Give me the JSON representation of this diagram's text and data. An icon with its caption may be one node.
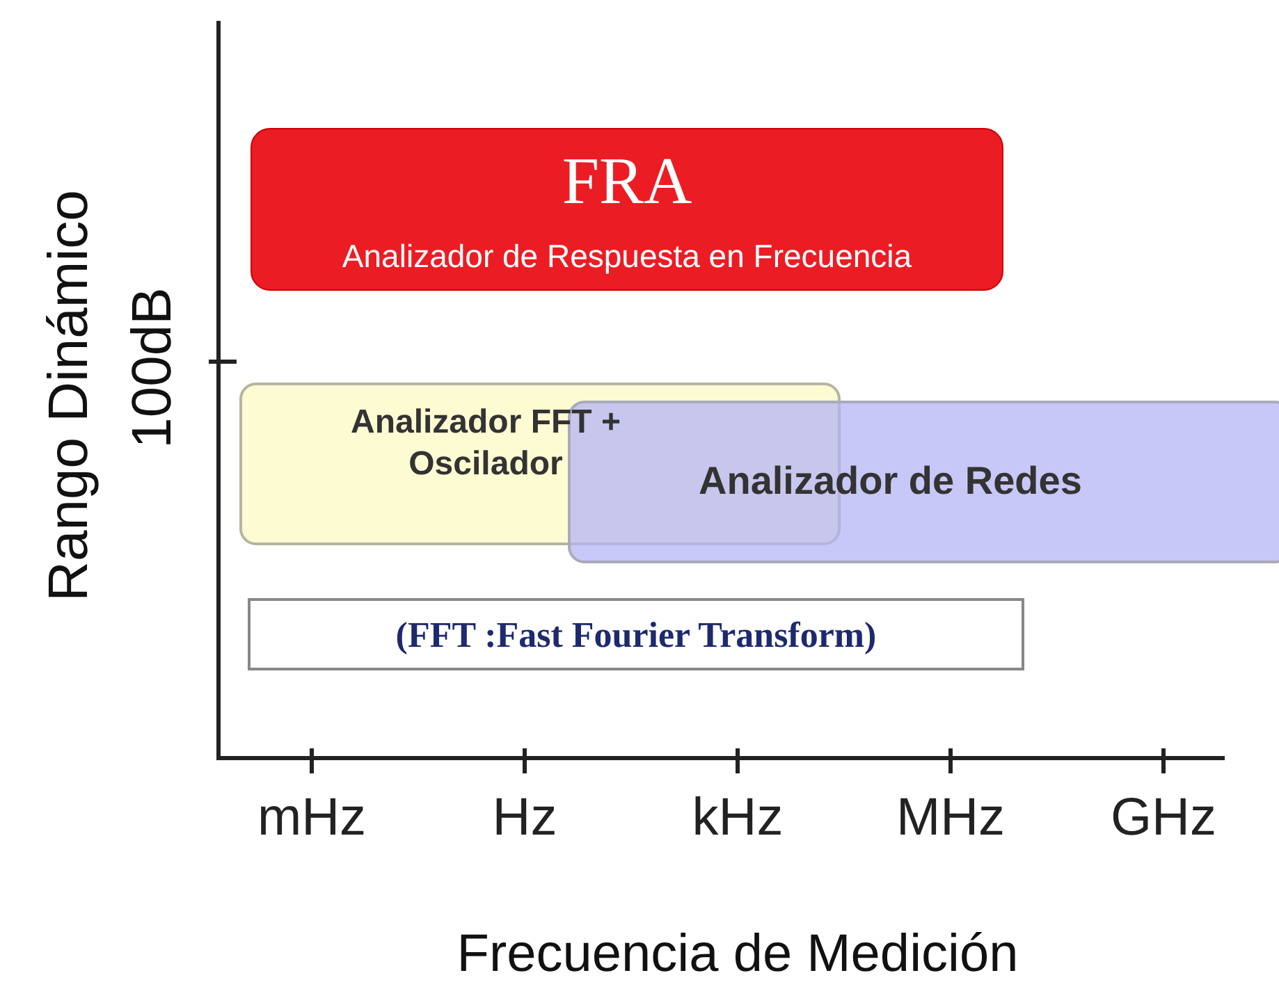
{
  "diagram": {
    "nodes": [
      {
        "text": [
          "FRA",
          "Analizador de Respuesta en Frecuencia"
        ]
      },
      {
        "text": [
          "Analizador FFT + Oscilador"
        ]
      },
      {
        "text": [
          "Analizador de Redes"
        ]
      },
      {
        "text": [
          "(FFT :Fast Fourier Transform)"
        ]
      }
    ],
    "edges": [],
    "labels": [
      "Rango Dinámico",
      "100dB",
      "mHz",
      "Hz",
      "kHz",
      "MHz",
      "GHz",
      "Frecuencia de Medición"
    ]
  }
}
